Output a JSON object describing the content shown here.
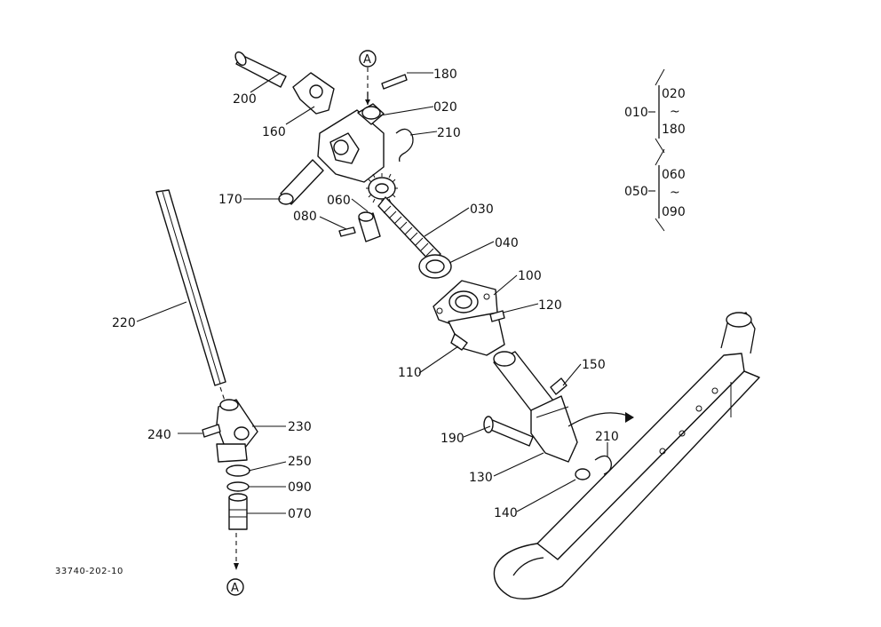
{
  "callouts": {
    "c200": "200",
    "c160": "160",
    "c180": "180",
    "c020": "020",
    "c210a": "210",
    "c170": "170",
    "c060": "060",
    "c080": "080",
    "c030": "030",
    "c040": "040",
    "c100": "100",
    "c120": "120",
    "c110": "110",
    "c150": "150",
    "c190": "190",
    "c210b": "210",
    "c130": "130",
    "c140": "140",
    "c220": "220",
    "c240": "240",
    "c230": "230",
    "c250": "250",
    "c090": "090",
    "c070": "070"
  },
  "assemblies": {
    "a010": {
      "id": "010",
      "from": "020",
      "to": "180",
      "tilde": "~"
    },
    "a050": {
      "id": "050",
      "from": "060",
      "to": "090",
      "tilde": "~"
    }
  },
  "reference_marker": "A",
  "drawing_number": "33740-202-10"
}
